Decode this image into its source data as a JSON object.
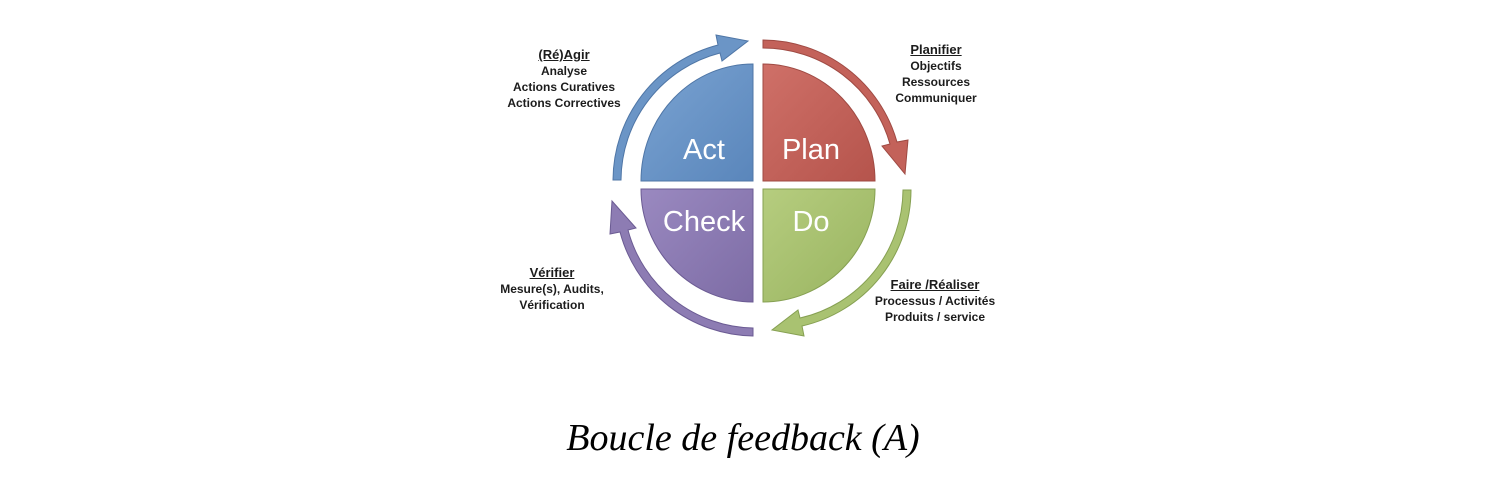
{
  "cycle": {
    "act": {
      "label": "Act",
      "color": "#6b95c6",
      "note_title": "(Ré)Agir",
      "note_lines": [
        "Analyse",
        "Actions Curatives",
        "Actions Correctives"
      ]
    },
    "plan": {
      "label": "Plan",
      "color": "#c3625a",
      "note_title": "Planifier",
      "note_lines": [
        "Objectifs",
        "Ressources",
        "Communiquer"
      ]
    },
    "do": {
      "label": "Do",
      "color": "#a9c271",
      "note_title": "Faire /Réaliser",
      "note_lines": [
        "Processus / Activités",
        "Produits / service"
      ]
    },
    "check": {
      "label": "Check",
      "color": "#8d7cb3",
      "note_title": "Vérifier",
      "note_lines": [
        "Mesure(s), Audits,",
        "Vérification"
      ]
    }
  },
  "caption": "Boucle de feedback (A)"
}
